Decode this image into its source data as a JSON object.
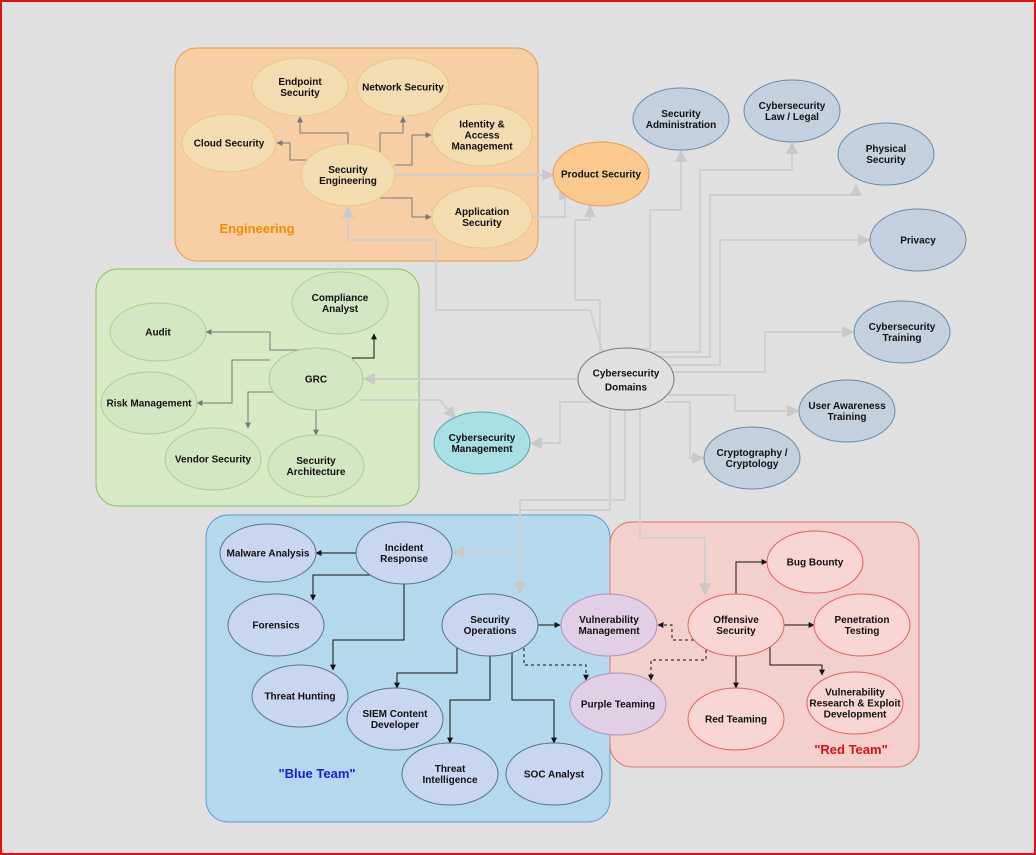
{
  "groups": [
    {
      "id": "engineering",
      "label": "Engineering",
      "label_color": "#f08c00"
    },
    {
      "id": "grc",
      "label": "",
      "label_color": "#000000"
    },
    {
      "id": "blue",
      "label": "\"Blue Team\"",
      "label_color": "#1a1ae0"
    },
    {
      "id": "red",
      "label": "\"Red Team\"",
      "label_color": "#e01010"
    }
  ],
  "center": {
    "label": "Cybersecurity Domains"
  },
  "nodes": [
    {
      "id": "endpoint",
      "label": "Endpoint Security",
      "style": "orange"
    },
    {
      "id": "network",
      "label": "Network Security",
      "style": "orange"
    },
    {
      "id": "cloud",
      "label": "Cloud Security",
      "style": "orange"
    },
    {
      "id": "seceng",
      "label": "Security Engineering",
      "style": "orange"
    },
    {
      "id": "iam",
      "label": "Identity & Access Management",
      "style": "orange"
    },
    {
      "id": "appsec",
      "label": "Application Security",
      "style": "orange"
    },
    {
      "id": "product",
      "label": "Product Security",
      "style": "orange-bright"
    },
    {
      "id": "secadmin",
      "label": "Security Administration",
      "style": "steel"
    },
    {
      "id": "law",
      "label": "Cybersecurity Law / Legal",
      "style": "steel"
    },
    {
      "id": "physical",
      "label": "Physical Security",
      "style": "steel"
    },
    {
      "id": "privacy",
      "label": "Privacy",
      "style": "steel"
    },
    {
      "id": "training",
      "label": "Cybersecurity Training",
      "style": "steel"
    },
    {
      "id": "awareness",
      "label": "User Awareness Training",
      "style": "steel"
    },
    {
      "id": "crypto",
      "label": "Cryptography / Cryptology",
      "style": "steel"
    },
    {
      "id": "compliance",
      "label": "Compliance Analyst",
      "style": "green"
    },
    {
      "id": "audit",
      "label": "Audit",
      "style": "green"
    },
    {
      "id": "grcnode",
      "label": "GRC",
      "style": "green"
    },
    {
      "id": "risk",
      "label": "Risk Management",
      "style": "green"
    },
    {
      "id": "vendor",
      "label": "Vendor Security",
      "style": "green"
    },
    {
      "id": "secarch",
      "label": "Security Architecture",
      "style": "green"
    },
    {
      "id": "cybermgmt",
      "label": "Cybersecurity Management",
      "style": "cyan"
    },
    {
      "id": "malware",
      "label": "Malware Analysis",
      "style": "blue"
    },
    {
      "id": "ir",
      "label": "Incident Response",
      "style": "blue"
    },
    {
      "id": "forensics",
      "label": "Forensics",
      "style": "blue"
    },
    {
      "id": "secops",
      "label": "Security Operations",
      "style": "blue"
    },
    {
      "id": "hunting",
      "label": "Threat Hunting",
      "style": "blue"
    },
    {
      "id": "siem",
      "label": "SIEM Content Developer",
      "style": "blue"
    },
    {
      "id": "ti",
      "label": "Threat Intelligence",
      "style": "blue"
    },
    {
      "id": "soc",
      "label": "SOC Analyst",
      "style": "blue"
    },
    {
      "id": "vulnmgmt",
      "label": "Vulnerability Management",
      "style": "purple"
    },
    {
      "id": "purple",
      "label": "Purple Teaming",
      "style": "purple"
    },
    {
      "id": "offsec",
      "label": "Offensive Security",
      "style": "red"
    },
    {
      "id": "bounty",
      "label": "Bug Bounty",
      "style": "red"
    },
    {
      "id": "pentest",
      "label": "Penetration Testing",
      "style": "red"
    },
    {
      "id": "redteam",
      "label": "Red Teaming",
      "style": "red"
    },
    {
      "id": "vulnresearch",
      "label": "Vulnerability Research & Exploit Development",
      "style": "red"
    }
  ],
  "edges": [
    {
      "from": "center",
      "to": "seceng"
    },
    {
      "from": "center",
      "to": "product"
    },
    {
      "from": "center",
      "to": "secadmin"
    },
    {
      "from": "center",
      "to": "law"
    },
    {
      "from": "center",
      "to": "physical"
    },
    {
      "from": "center",
      "to": "privacy"
    },
    {
      "from": "center",
      "to": "training"
    },
    {
      "from": "center",
      "to": "awareness"
    },
    {
      "from": "center",
      "to": "crypto"
    },
    {
      "from": "center",
      "to": "grcnode"
    },
    {
      "from": "center",
      "to": "cybermgmt"
    },
    {
      "from": "center",
      "to": "ir"
    },
    {
      "from": "center",
      "to": "secops"
    },
    {
      "from": "center",
      "to": "offsec"
    },
    {
      "from": "seceng",
      "to": "endpoint"
    },
    {
      "from": "seceng",
      "to": "network"
    },
    {
      "from": "seceng",
      "to": "cloud"
    },
    {
      "from": "seceng",
      "to": "iam"
    },
    {
      "from": "seceng",
      "to": "appsec"
    },
    {
      "from": "seceng",
      "to": "product"
    },
    {
      "from": "appsec",
      "to": "product"
    },
    {
      "from": "grcnode",
      "to": "compliance"
    },
    {
      "from": "grcnode",
      "to": "audit"
    },
    {
      "from": "grcnode",
      "to": "risk"
    },
    {
      "from": "grcnode",
      "to": "vendor"
    },
    {
      "from": "grcnode",
      "to": "secarch"
    },
    {
      "from": "grcnode",
      "to": "cybermgmt"
    },
    {
      "from": "ir",
      "to": "malware"
    },
    {
      "from": "ir",
      "to": "forensics"
    },
    {
      "from": "ir",
      "to": "hunting"
    },
    {
      "from": "secops",
      "to": "vulnmgmt"
    },
    {
      "from": "secops",
      "to": "siem"
    },
    {
      "from": "secops",
      "to": "ti"
    },
    {
      "from": "secops",
      "to": "soc"
    },
    {
      "from": "secops",
      "to": "purple"
    },
    {
      "from": "offsec",
      "to": "vulnmgmt"
    },
    {
      "from": "offsec",
      "to": "purple"
    },
    {
      "from": "offsec",
      "to": "bounty"
    },
    {
      "from": "offsec",
      "to": "pentest"
    },
    {
      "from": "offsec",
      "to": "redteam"
    },
    {
      "from": "offsec",
      "to": "vulnresearch"
    }
  ],
  "colors": {
    "page_background": "#e0e0e0",
    "frame_border": "#e01010",
    "engineering_fill": "#f8cfa5",
    "grc_fill": "#d6ebc5",
    "blue_fill": "#b4d9ec",
    "red_fill": "#f4d0cc",
    "edge_light": "#cfcfcf",
    "edge_dark": "#111111"
  }
}
